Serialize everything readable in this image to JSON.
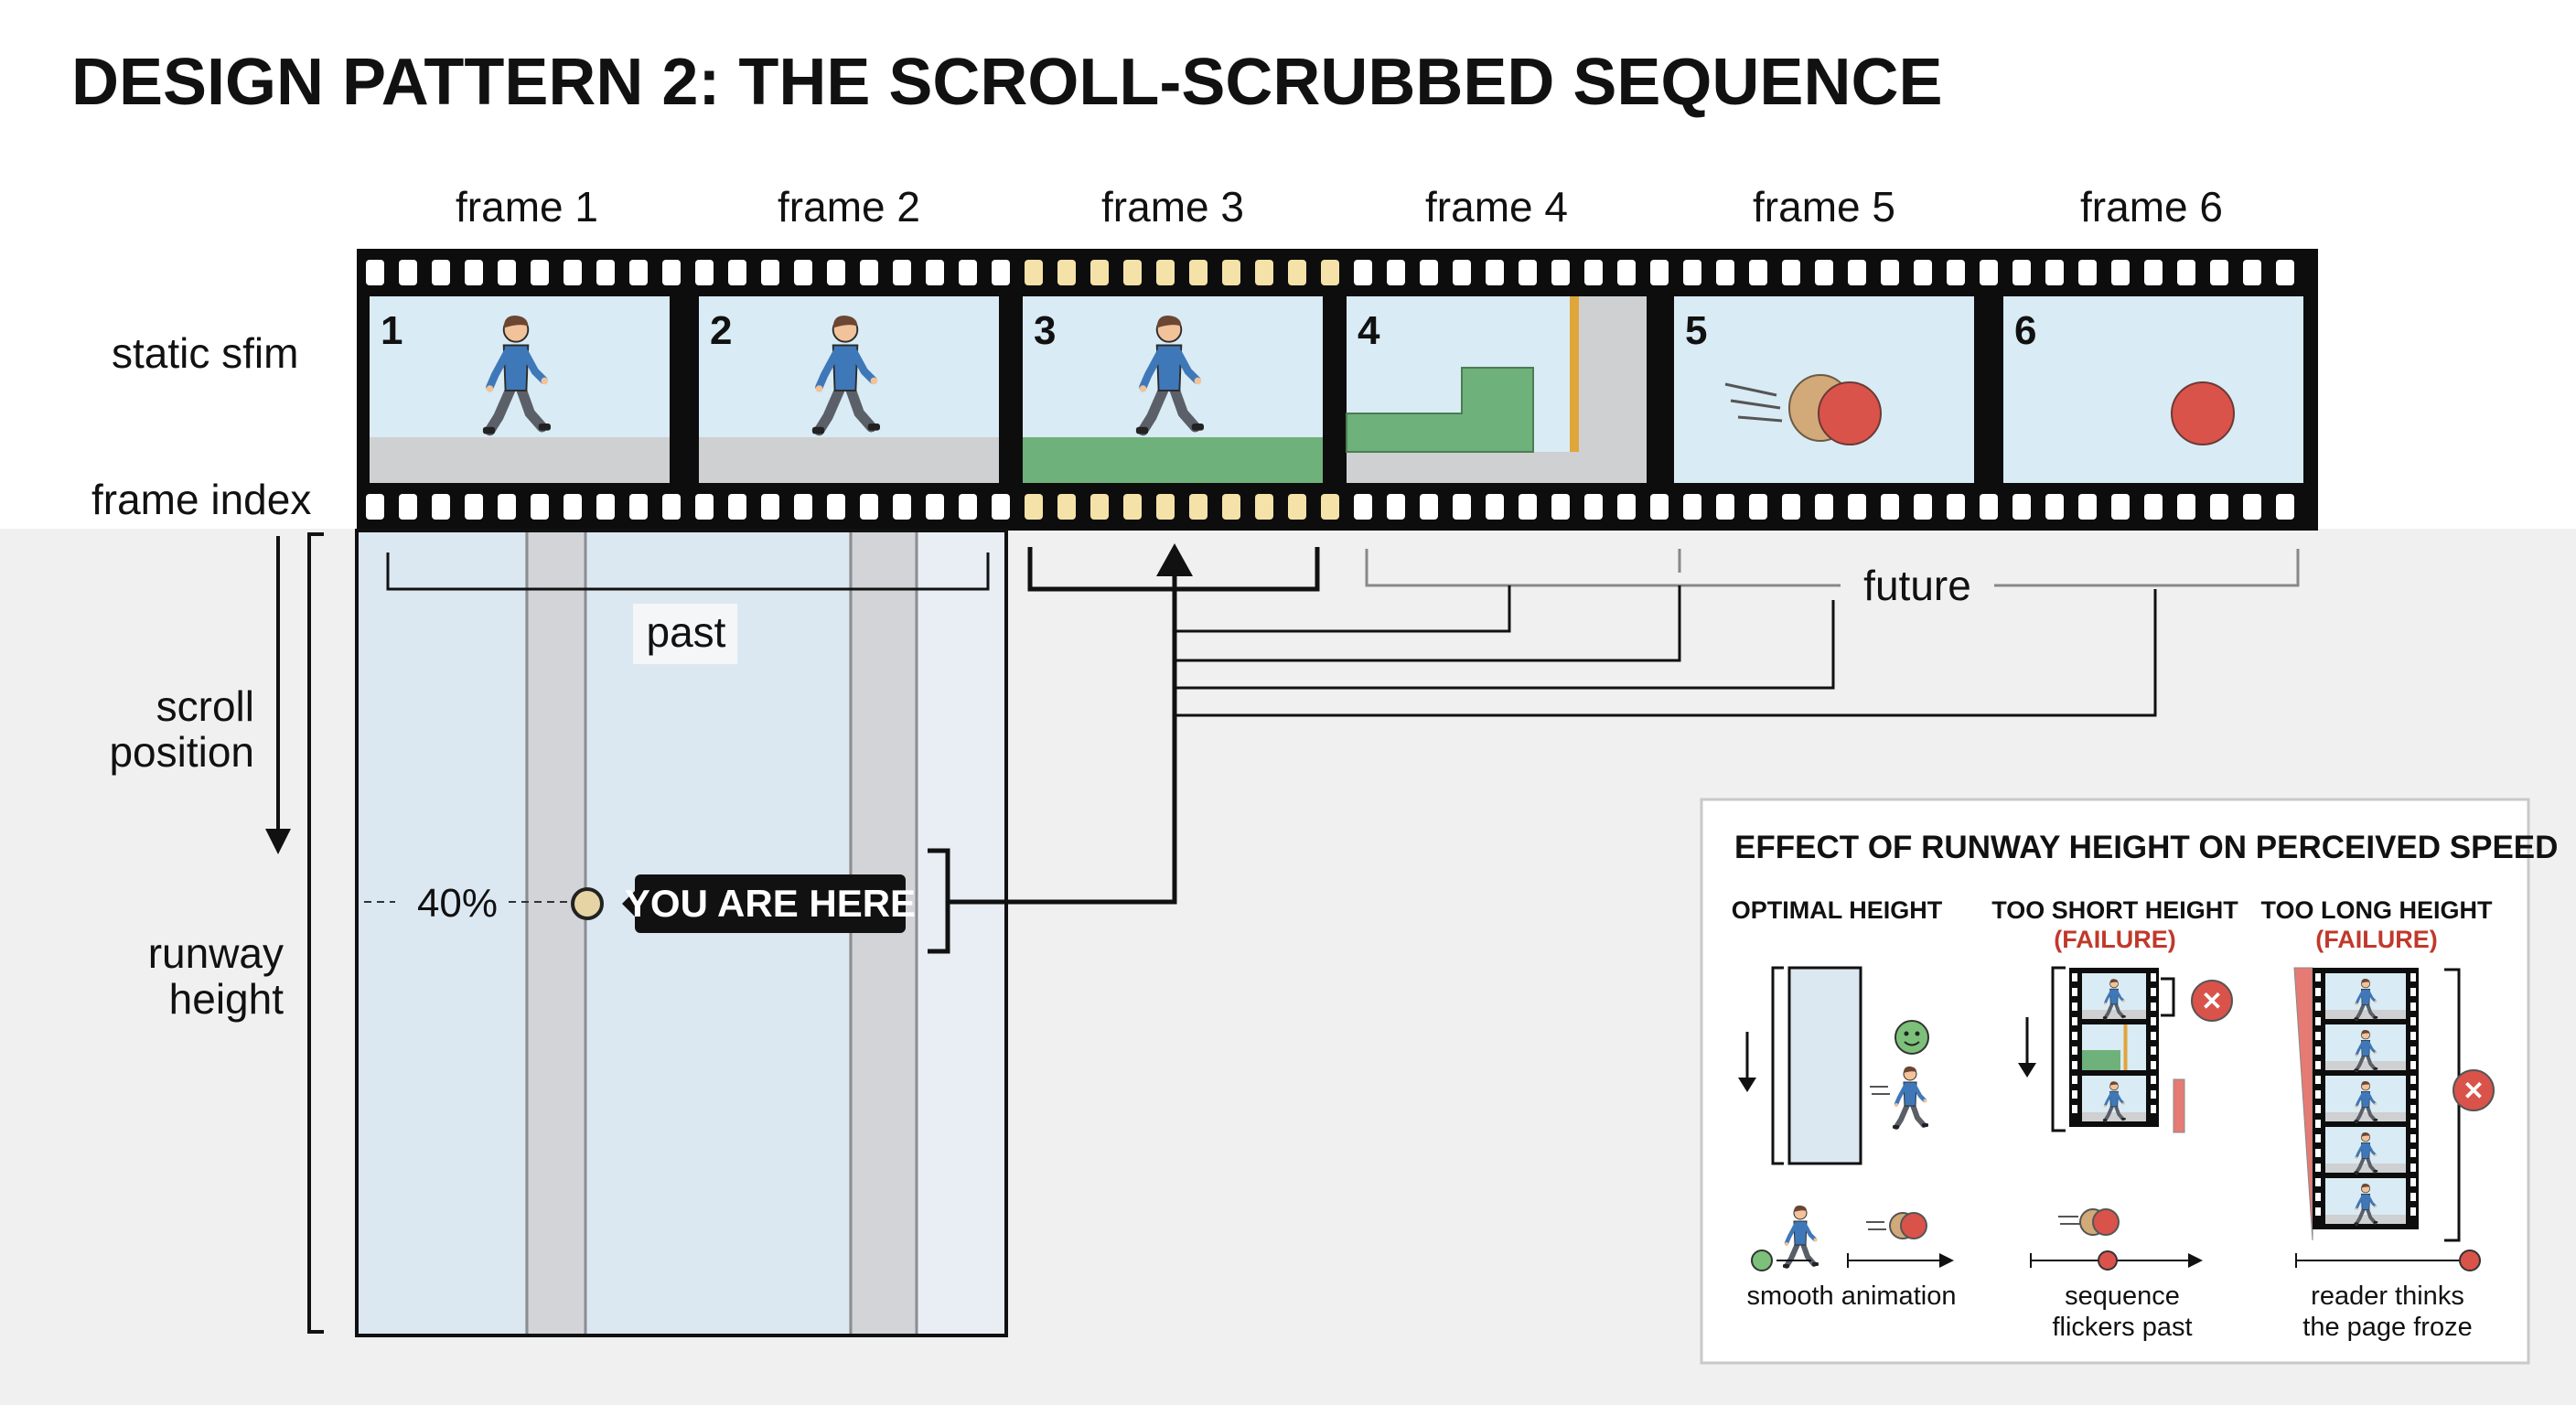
{
  "title": "DESIGN PATTERN 2: THE SCROLL-SCRUBBED SEQUENCE",
  "frame_labels": [
    "frame 1",
    "frame 2",
    "frame 3",
    "frame 4",
    "frame 5",
    "frame 6"
  ],
  "frame_numbers": [
    "1",
    "2",
    "3",
    "4",
    "5",
    "6"
  ],
  "current_frame": 3,
  "row_labels": {
    "static_sfim": "static sfim",
    "frame_index": "frame index",
    "scroll_position": [
      "scroll",
      "position"
    ],
    "runway_height": [
      "runway",
      "height"
    ]
  },
  "brackets": {
    "past": "past",
    "future": "future"
  },
  "marker": {
    "percent_text": "40%",
    "you_are_here": "YOU ARE HERE",
    "scroll_fraction": 0.4
  },
  "inset": {
    "title": "EFFECT OF RUNWAY HEIGHT ON PERCEIVED SPEED",
    "columns": [
      {
        "heading": "OPTIMAL HEIGHT",
        "status": "",
        "caption": [
          "smooth animation"
        ]
      },
      {
        "heading": "TOO SHORT HEIGHT",
        "status": "(FAILURE)",
        "caption": [
          "sequence",
          "flickers past"
        ]
      },
      {
        "heading": "TOO LONG HEIGHT",
        "status": "(FAILURE)",
        "caption": [
          "reader thinks",
          "the page froze"
        ]
      }
    ]
  },
  "colors": {
    "film": "#0d0d0d",
    "sky": "#d9ebf4",
    "ground": "#cfd0d1",
    "grass": "#6fb17a",
    "highlight_hole": "#f5e2a8",
    "post": "#e0a63a",
    "ball": "#d9534a",
    "ball_tan": "#d2a979",
    "walker_shirt": "#3f78b9",
    "walker_pants": "#5a5f68",
    "walker_head": "#f2c29a",
    "walker_hair": "#6a4633",
    "runway": "#dce8f1",
    "runway_band": "#d2d4d8",
    "marker_fill": "#e6d4a5",
    "failure_red": "#c0392b",
    "smile_green": "#7cc07a",
    "background_gray": "#f0f0f0"
  }
}
